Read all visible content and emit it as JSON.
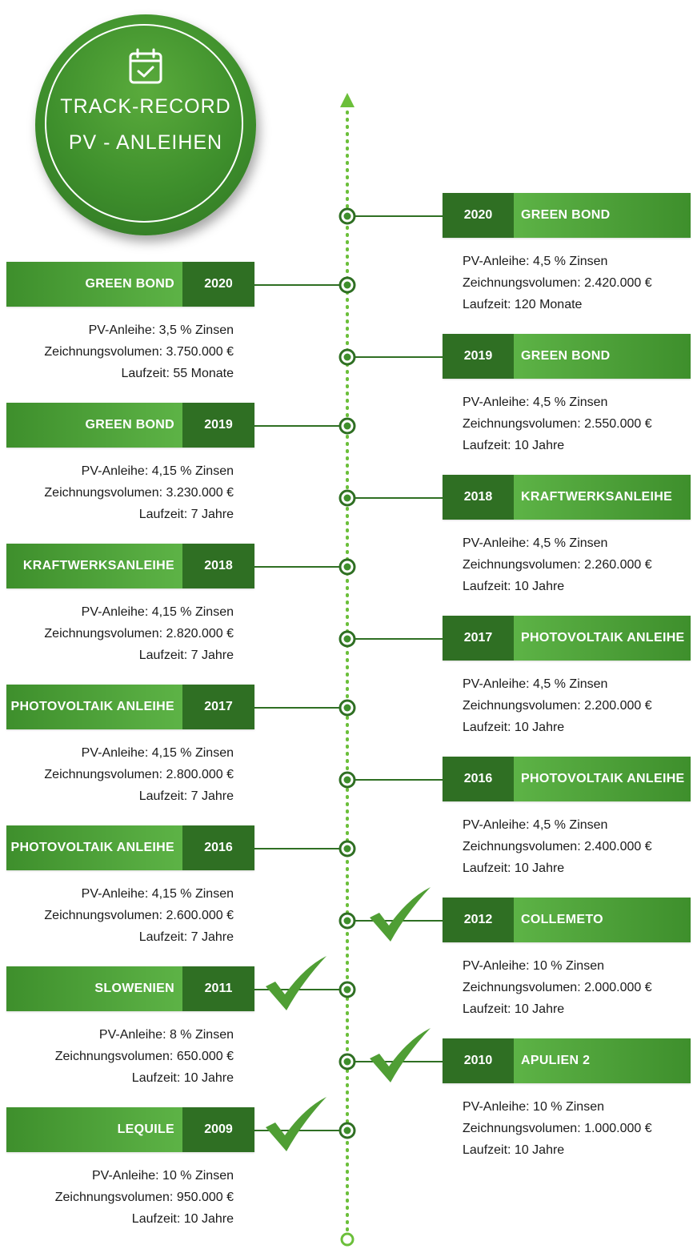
{
  "header": {
    "line1": "TRACK-RECORD",
    "line2": "PV - ANLEIHEN",
    "icon": "calendar-check-icon"
  },
  "colors": {
    "dark_green": "#2f6f23",
    "mid_green": "#3e8f2c",
    "light_green": "#5db346",
    "line_green": "#6bbf3a"
  },
  "left_entries": [
    {
      "title": "GREEN BOND",
      "year": "2020",
      "line1": "PV-Anleihe: 3,5 % Zinsen",
      "line2": "Zeichnungsvolumen: 3.750.000 €",
      "line3": "Laufzeit: 55 Monate",
      "check": false
    },
    {
      "title": "GREEN BOND",
      "year": "2019",
      "line1": "PV-Anleihe: 4,15 % Zinsen",
      "line2": "Zeichnungsvolumen: 3.230.000 €",
      "line3": "Laufzeit: 7 Jahre",
      "check": false
    },
    {
      "title": "KRAFTWERKSANLEIHE",
      "year": "2018",
      "line1": "PV-Anleihe: 4,15 % Zinsen",
      "line2": "Zeichnungsvolumen: 2.820.000 €",
      "line3": "Laufzeit: 7 Jahre",
      "check": false
    },
    {
      "title": "PHOTOVOLTAIK ANLEIHE",
      "year": "2017",
      "line1": "PV-Anleihe: 4,15 % Zinsen",
      "line2": "Zeichnungsvolumen: 2.800.000 €",
      "line3": "Laufzeit: 7 Jahre",
      "check": false
    },
    {
      "title": "PHOTOVOLTAIK ANLEIHE",
      "year": "2016",
      "line1": "PV-Anleihe: 4,15 % Zinsen",
      "line2": "Zeichnungsvolumen: 2.600.000 €",
      "line3": "Laufzeit: 7 Jahre",
      "check": false
    },
    {
      "title": "SLOWENIEN",
      "year": "2011",
      "line1": "PV-Anleihe: 8 % Zinsen",
      "line2": "Zeichnungsvolumen: 650.000 €",
      "line3": "Laufzeit: 10 Jahre",
      "check": true
    },
    {
      "title": "LEQUILE",
      "year": "2009",
      "line1": "PV-Anleihe: 10 % Zinsen",
      "line2": "Zeichnungsvolumen: 950.000 €",
      "line3": "Laufzeit: 10 Jahre",
      "check": true
    }
  ],
  "right_entries": [
    {
      "title": "GREEN BOND",
      "year": "2020",
      "line1": "PV-Anleihe: 4,5 % Zinsen",
      "line2": "Zeichnungsvolumen: 2.420.000 €",
      "line3": "Laufzeit: 120 Monate",
      "check": false
    },
    {
      "title": "GREEN BOND",
      "year": "2019",
      "line1": "PV-Anleihe: 4,5 % Zinsen",
      "line2": "Zeichnungsvolumen: 2.550.000 €",
      "line3": "Laufzeit: 10 Jahre",
      "check": false
    },
    {
      "title": "KRAFTWERKSANLEIHE",
      "year": "2018",
      "line1": "PV-Anleihe: 4,5 % Zinsen",
      "line2": "Zeichnungsvolumen: 2.260.000 €",
      "line3": "Laufzeit: 10 Jahre",
      "check": false
    },
    {
      "title": "PHOTOVOLTAIK ANLEIHE",
      "year": "2017",
      "line1": "PV-Anleihe: 4,5 % Zinsen",
      "line2": "Zeichnungsvolumen: 2.200.000 €",
      "line3": "Laufzeit: 10 Jahre",
      "check": false
    },
    {
      "title": "PHOTOVOLTAIK ANLEIHE",
      "year": "2016",
      "line1": "PV-Anleihe: 4,5 % Zinsen",
      "line2": "Zeichnungsvolumen: 2.400.000 €",
      "line3": "Laufzeit: 10 Jahre",
      "check": false
    },
    {
      "title": "COLLEMETO",
      "year": "2012",
      "line1": "PV-Anleihe: 10 % Zinsen",
      "line2": "Zeichnungsvolumen: 2.000.000 €",
      "line3": "Laufzeit: 10 Jahre",
      "check": true
    },
    {
      "title": "APULIEN 2",
      "year": "2010",
      "line1": "PV-Anleihe: 10 % Zinsen",
      "line2": "Zeichnungsvolumen: 1.000.000 €",
      "line3": "Laufzeit: 10 Jahre",
      "check": true
    }
  ]
}
